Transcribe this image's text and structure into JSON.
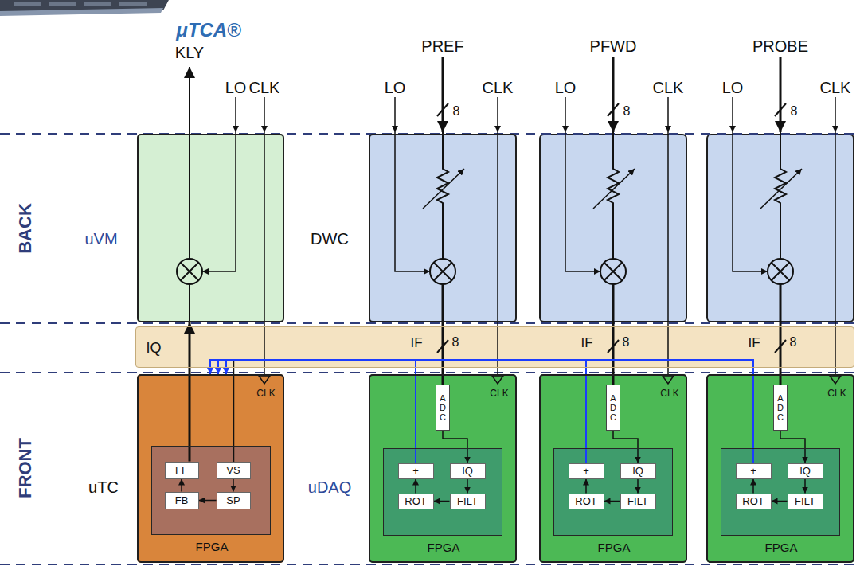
{
  "diagram": {
    "nodes": [
      {
        "text": [
          "uVM"
        ]
      },
      {
        "text": [
          "DWC"
        ]
      },
      {
        "text": [
          "IQ"
        ]
      },
      {
        "text": [
          "uTC",
          "CLK"
        ]
      },
      {
        "text": [
          "FPGA"
        ],
        "in": 3
      },
      {
        "text": [
          "FF"
        ],
        "in": 4
      },
      {
        "text": [
          "VS"
        ],
        "in": 4
      },
      {
        "text": [
          "FB"
        ],
        "in": 4
      },
      {
        "text": [
          "SP"
        ],
        "in": 4
      },
      {
        "text": [
          "uDAQ",
          "CLK"
        ]
      },
      {
        "text": [
          "ADC"
        ],
        "in": 9
      },
      {
        "text": [
          "FPGA"
        ],
        "in": 9
      },
      {
        "text": [
          "+"
        ],
        "in": 11
      },
      {
        "text": [
          "IQ"
        ],
        "in": 11
      },
      {
        "text": [
          "ROT"
        ],
        "in": 11
      },
      {
        "text": [
          "FILT"
        ],
        "in": 11
      },
      {
        "text": [
          "CLK"
        ]
      },
      {
        "text": [
          "ADC"
        ],
        "in": 16
      },
      {
        "text": [
          "FPGA"
        ],
        "in": 16
      },
      {
        "text": [
          "+"
        ],
        "in": 18
      },
      {
        "text": [
          "IQ"
        ],
        "in": 18
      },
      {
        "text": [
          "ROT"
        ],
        "in": 18
      },
      {
        "text": [
          "FILT"
        ],
        "in": 18
      },
      {
        "text": [
          "CLK"
        ]
      },
      {
        "text": [
          "ADC"
        ],
        "in": 23
      },
      {
        "text": [
          "FPGA"
        ],
        "in": 23
      },
      {
        "text": [
          "+"
        ],
        "in": 25
      },
      {
        "text": [
          "IQ"
        ],
        "in": 25
      },
      {
        "text": [
          "ROT"
        ],
        "in": 25
      },
      {
        "text": [
          "FILT"
        ],
        "in": 25
      }
    ],
    "edges": [
      {
        "from": 5,
        "to": 0,
        "arrow": "to"
      },
      {
        "from": 7,
        "to": 5,
        "arrow": "to"
      },
      {
        "from": 8,
        "to": 7,
        "arrow": "to"
      },
      {
        "from": 6,
        "to": 8,
        "arrow": "to"
      },
      {
        "from": 10,
        "to": 13,
        "arrow": "to"
      },
      {
        "from": 13,
        "to": 15,
        "arrow": "to"
      },
      {
        "from": 15,
        "to": 14,
        "arrow": "to"
      },
      {
        "from": 14,
        "to": 12,
        "arrow": "to"
      },
      {
        "from": 12,
        "to": 3,
        "arrow": "to"
      },
      {
        "from": 17,
        "to": 20,
        "arrow": "to"
      },
      {
        "from": 20,
        "to": 22,
        "arrow": "to"
      },
      {
        "from": 22,
        "to": 21,
        "arrow": "to"
      },
      {
        "from": 21,
        "to": 19,
        "arrow": "to"
      },
      {
        "from": 19,
        "to": 3,
        "arrow": "to"
      },
      {
        "from": 24,
        "to": 27,
        "arrow": "to"
      },
      {
        "from": 27,
        "to": 29,
        "arrow": "to"
      },
      {
        "from": 29,
        "to": 28,
        "arrow": "to"
      },
      {
        "from": 28,
        "to": 26,
        "arrow": "to"
      },
      {
        "from": 26,
        "to": 3,
        "arrow": "to"
      }
    ],
    "labels": [
      "μTCA®",
      "KLY",
      "LO",
      "CLK",
      "PREF",
      "LO",
      "CLK",
      "8",
      "PFWD",
      "LO",
      "CLK",
      "8",
      "PROBE",
      "LO",
      "CLK",
      "8",
      "BACK",
      "FRONT",
      "IF",
      "8",
      "IF",
      "8",
      "IF",
      "8"
    ]
  }
}
